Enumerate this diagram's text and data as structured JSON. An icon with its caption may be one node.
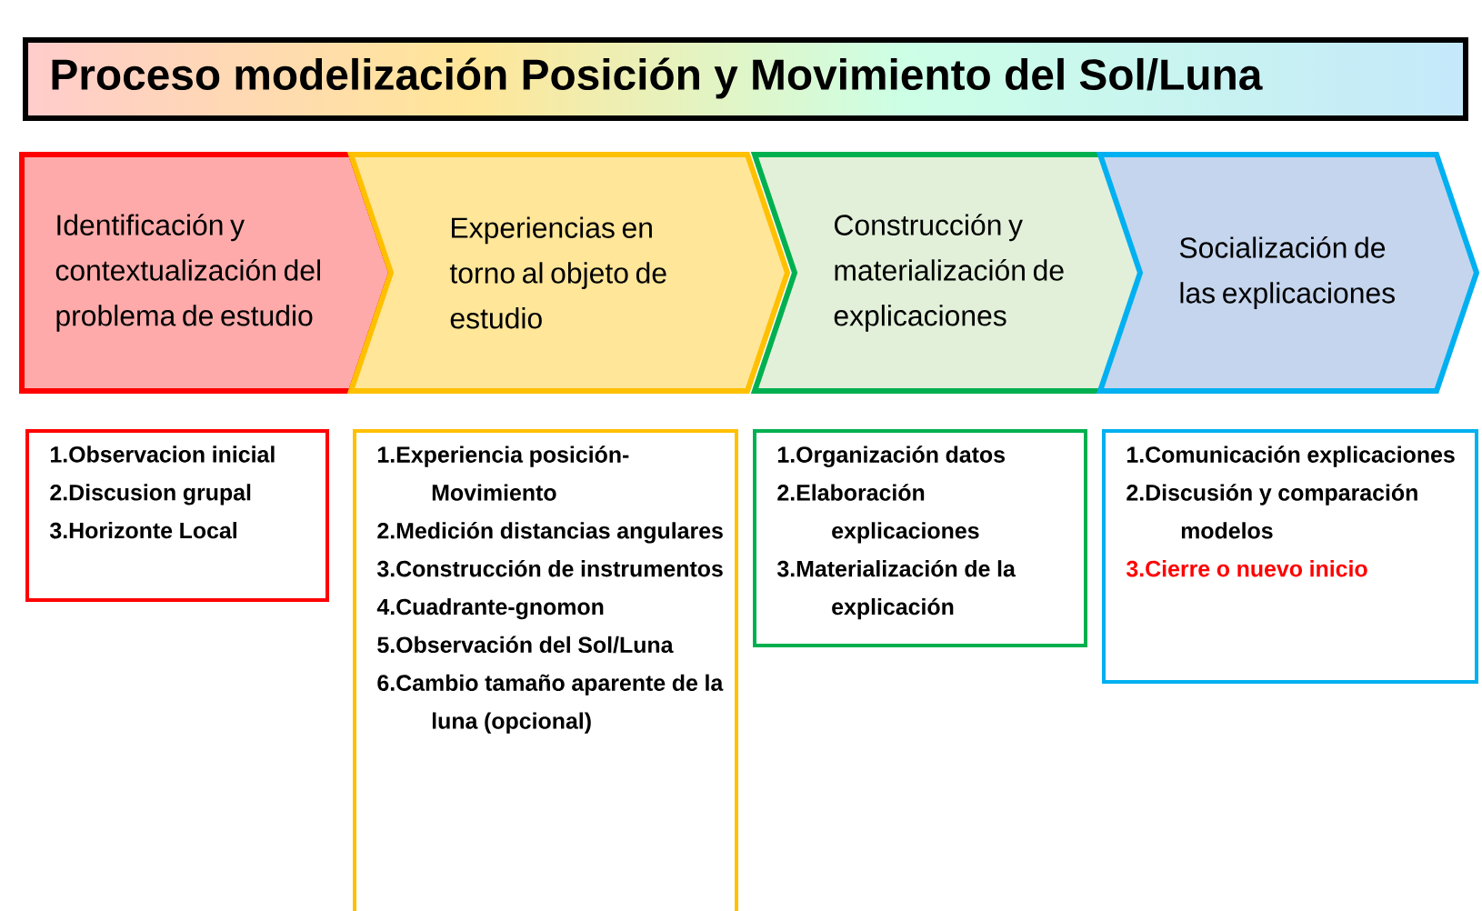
{
  "diagram": {
    "title": "Proceso modelización Posición y Movimiento del Sol/Luna",
    "nodes": [
      {
        "text": [
          "Identificación y contextualización del problema de estudio"
        ]
      },
      {
        "text": [
          "Experiencias en torno al objeto de estudio"
        ]
      },
      {
        "text": [
          "Construcción y materialización de explicaciones"
        ]
      },
      {
        "text": [
          "Socialización de las explicaciones"
        ]
      },
      {
        "text": [
          "1.Observacion inicial",
          "2.Discusion grupal",
          "3.Horizonte Local"
        ]
      },
      {
        "text": [
          "1.Experiencia posición-Movimiento",
          "2.Medición distancias angulares",
          "3.Construcción de instrumentos",
          "4.Cuadrante-gnomon",
          "5.Observación del Sol/Luna",
          "6.Cambio tamaño aparente de la luna (opcional)"
        ]
      },
      {
        "text": [
          "1.Organización datos",
          "2.Elaboración explicaciones",
          "3.Materialización de la explicación"
        ]
      },
      {
        "text": [
          "1.Comunicación explicaciones",
          "2.Discusión y comparación modelos",
          "3.Cierre o nuevo inicio"
        ]
      }
    ]
  }
}
